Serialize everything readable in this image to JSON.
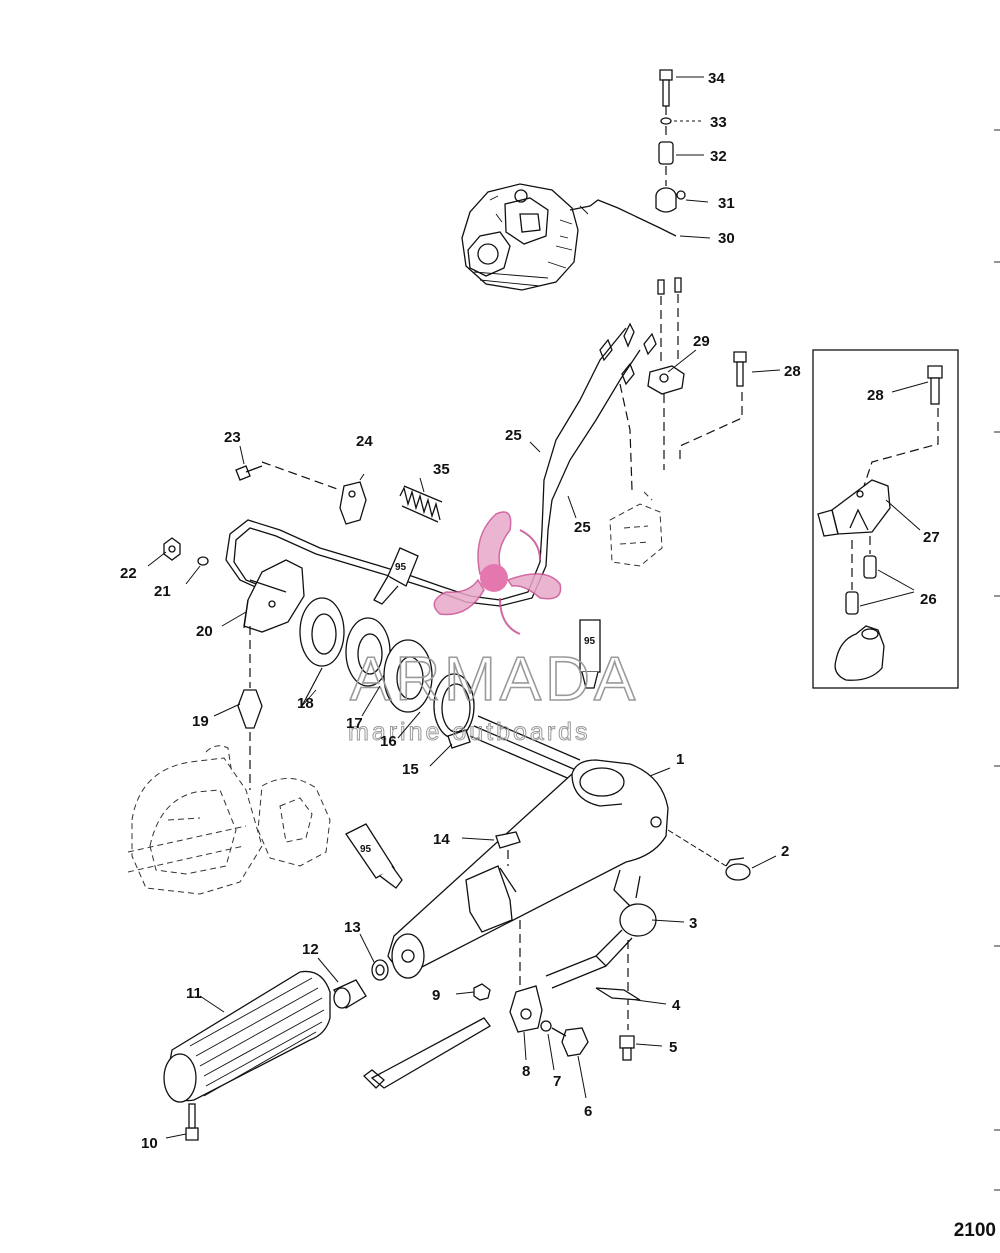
{
  "diagram": {
    "reference_number": "2100",
    "watermark": {
      "brand": "ARMADA",
      "tagline": "marine outboards"
    },
    "tube_label": "95",
    "parts": [
      {
        "id": "p1",
        "label": "1"
      },
      {
        "id": "p2",
        "label": "2"
      },
      {
        "id": "p3",
        "label": "3"
      },
      {
        "id": "p4",
        "label": "4"
      },
      {
        "id": "p5",
        "label": "5"
      },
      {
        "id": "p6",
        "label": "6"
      },
      {
        "id": "p7",
        "label": "7"
      },
      {
        "id": "p8",
        "label": "8"
      },
      {
        "id": "p9",
        "label": "9"
      },
      {
        "id": "p10",
        "label": "10"
      },
      {
        "id": "p11",
        "label": "11"
      },
      {
        "id": "p12",
        "label": "12"
      },
      {
        "id": "p13",
        "label": "13"
      },
      {
        "id": "p14",
        "label": "14"
      },
      {
        "id": "p15",
        "label": "15"
      },
      {
        "id": "p16",
        "label": "16"
      },
      {
        "id": "p17",
        "label": "17"
      },
      {
        "id": "p18",
        "label": "18"
      },
      {
        "id": "p19",
        "label": "19"
      },
      {
        "id": "p20",
        "label": "20"
      },
      {
        "id": "p21",
        "label": "21"
      },
      {
        "id": "p22",
        "label": "22"
      },
      {
        "id": "p23",
        "label": "23"
      },
      {
        "id": "p24",
        "label": "24"
      },
      {
        "id": "p25a",
        "label": "25"
      },
      {
        "id": "p25b",
        "label": "25"
      },
      {
        "id": "p26",
        "label": "26"
      },
      {
        "id": "p27",
        "label": "27"
      },
      {
        "id": "p28a",
        "label": "28"
      },
      {
        "id": "p28b",
        "label": "28"
      },
      {
        "id": "p29",
        "label": "29"
      },
      {
        "id": "p30",
        "label": "30"
      },
      {
        "id": "p31",
        "label": "31"
      },
      {
        "id": "p32",
        "label": "32"
      },
      {
        "id": "p33",
        "label": "33"
      },
      {
        "id": "p34",
        "label": "34"
      },
      {
        "id": "p35",
        "label": "35"
      }
    ]
  }
}
